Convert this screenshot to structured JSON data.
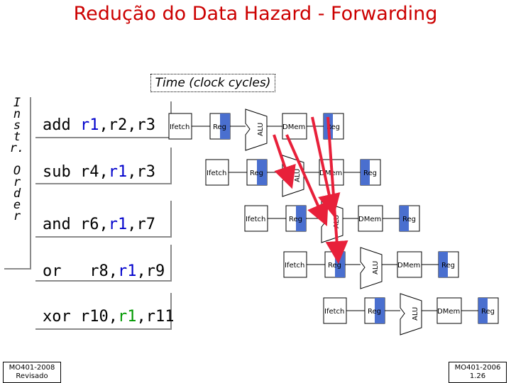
{
  "title": "Redução do Data Hazard - Forwarding",
  "time_label": "Time (clock cycles)",
  "order_label": [
    "I",
    "n",
    "s",
    "t",
    "r.",
    "",
    "O",
    "r",
    "d",
    "e",
    "r"
  ],
  "instructions": [
    {
      "parts": [
        "add ",
        "r1",
        ",r2,r3"
      ],
      "hl": [
        false,
        true,
        false
      ]
    },
    {
      "parts": [
        "sub r4,",
        "r1",
        ",r3"
      ],
      "hl": [
        false,
        true,
        false
      ]
    },
    {
      "parts": [
        "and r6,",
        "r1",
        ",r7"
      ],
      "hl": [
        false,
        true,
        false
      ]
    },
    {
      "parts": [
        "or   r8,",
        "r1",
        ",r9"
      ],
      "hl": [
        false,
        true,
        false
      ]
    },
    {
      "parts": [
        "xor r10,",
        "r1",
        ",r11"
      ],
      "hl": [
        false,
        true,
        false
      ]
    }
  ],
  "stages": {
    "ifetch": "Ifetch",
    "reg": "Reg",
    "alu": "ALU",
    "dmem": "DMem"
  },
  "colors": {
    "title": "#cc0000",
    "highlight": "#0000cc",
    "arrow": "#e8203a",
    "reg_active": "#4a6fcf"
  },
  "footer_left": [
    "MO401-2008",
    "Revisado"
  ],
  "footer_right": [
    "MO401-2006",
    "1.26"
  ]
}
